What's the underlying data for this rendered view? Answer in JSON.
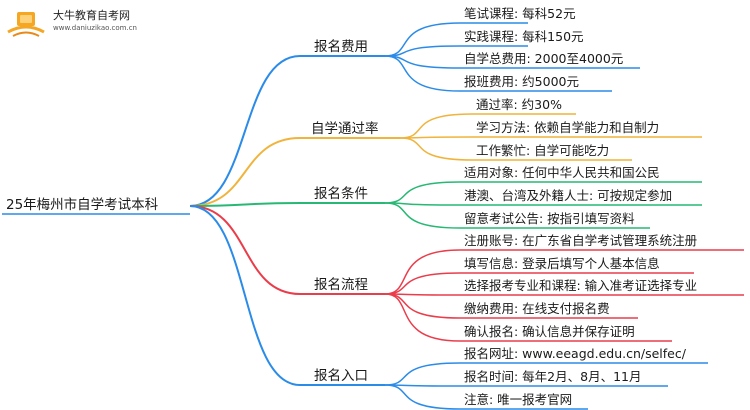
{
  "logo": {
    "title": "大牛教育自考网",
    "url": "www.daniuzikao.com.cn"
  },
  "root": "25年梅州市自学考试本科",
  "colors": {
    "blue": "#2b8be8",
    "orange": "#f0b43c",
    "green": "#27b874",
    "red": "#ea3d4b"
  },
  "branches": [
    {
      "label": "报名费用",
      "color": "blue",
      "leaves": [
        "笔试课程: 每科52元",
        "实践课程: 每科150元",
        "自学总费用: 2000至4000元",
        "报班费用: 约5000元"
      ]
    },
    {
      "label": "自学通过率",
      "color": "orange",
      "leaves": [
        "通过率: 约30%",
        "学习方法: 依赖自学能力和自制力",
        "工作繁忙: 自学可能吃力"
      ]
    },
    {
      "label": "报名条件",
      "color": "green",
      "leaves": [
        "适用对象: 任何中华人民共和国公民",
        "港澳、台湾及外籍人士: 可按规定参加",
        "留意考试公告: 按指引填写资料"
      ]
    },
    {
      "label": "报名流程",
      "color": "red",
      "leaves": [
        "注册账号: 在广东省自学考试管理系统注册",
        "填写信息: 登录后填写个人基本信息",
        "选择报考专业和课程: 输入准考证选择专业",
        "缴纳费用: 在线支付报名费",
        "确认报名: 确认信息并保存证明"
      ]
    },
    {
      "label": "报名入口",
      "color": "blue",
      "leaves": [
        "报名网址: www.eeagd.edu.cn/selfec/",
        "报名时间: 每年2月、8月、11月",
        "注意: 唯一报考官网"
      ]
    }
  ]
}
